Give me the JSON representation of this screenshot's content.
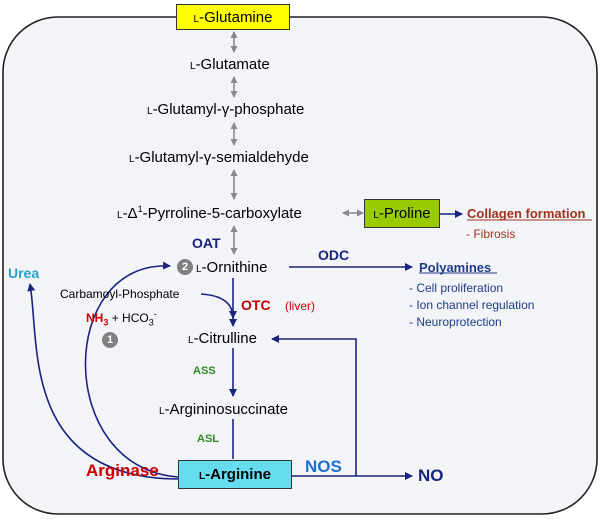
{
  "metabolites": {
    "glutamine": "L-Glutamine",
    "glutamate": "L-Glutamate",
    "glutamyl_phosphate": "L-Glutamyl-γ-phosphate",
    "glutamyl_semialdehyde": "L-Glutamyl-γ-semialdehyde",
    "p5c": "L-Δ1-Pyrroline-5-carboxylate",
    "proline": "L-Proline",
    "ornithine": "L-Ornithine",
    "carbamoyl_phosphate": "Carbamoyl-Phosphate",
    "nh3": "NH3",
    "hco3": "+ HCO3-",
    "citrulline": "L-Citrulline",
    "argininosuccinate": "L-Argininosuccinate",
    "arginine": "L-Arginine",
    "urea": "Urea",
    "no": "NO",
    "polyamines": "Polyamines",
    "collagen": "Collagen formation"
  },
  "enzymes": {
    "oat": "OAT",
    "odc": "ODC",
    "otc": "OTC",
    "otc_note": "(liver)",
    "ass": "ASS",
    "asl": "ASL",
    "arginase": "Arginase",
    "nos": "NOS"
  },
  "markers": {
    "one": "1",
    "two": "2"
  },
  "polyamine_effects": [
    "- Cell proliferation",
    "- Ion channel regulation",
    "- Neuroprotection"
  ],
  "collagen_effects": [
    "- Fibrosis"
  ],
  "colors": {
    "glutamine_box": "#ffff00",
    "proline_box": "#99cc00",
    "arginine_box": "#66ddee",
    "navy": "#1a237e",
    "red": "#cc0000",
    "dark_red": "#a0331a",
    "green": "#2e8b22",
    "urea": "#2aa0c8",
    "blue": "#1f3c88"
  }
}
